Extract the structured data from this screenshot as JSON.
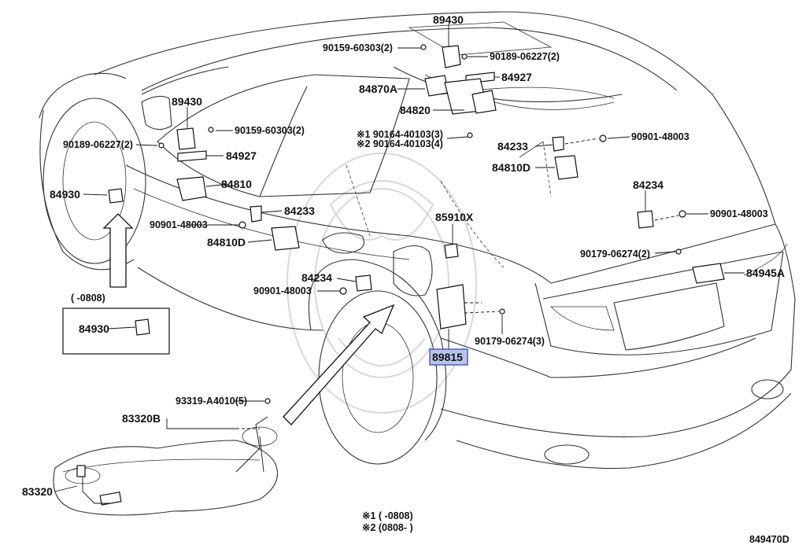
{
  "diagram": {
    "labels": {
      "p89430_top": "89430",
      "p90159_top": "90159-60303(2)",
      "p90189_top": "90189-06227(2)",
      "p84927_top": "84927",
      "p84870A": "84870A",
      "p84820": "84820",
      "p90164_1": "※1 90164-40103(3)",
      "p90164_2": "※2 90164-40103(4)",
      "p84233_r": "84233",
      "p90901_r1": "90901-48003",
      "p84810D_r": "84810D",
      "p84234_r": "84234",
      "p90901_r2": "90901-48003",
      "p90179_r": "90179-06274(2)",
      "p84945A": "84945A",
      "p89430_left": "89430",
      "p90159_left": "90159-60303(2)",
      "p90189_left": "90189-06227(2)",
      "p84927_left": "84927",
      "p84930": "84930",
      "p84810": "84810",
      "p90901_l": "90901-48003",
      "p84233_l": "84233",
      "p84810D_l": "84810D",
      "p85910X": "85910X",
      "p84234_c": "84234",
      "p90901_c": "90901-48003",
      "p89815": "89815",
      "p90179_c": "90179-06274(3)",
      "p93319": "93319-A4010(5)",
      "p83320B": "83320B",
      "p83320": "83320"
    },
    "inset": {
      "range": "(      -0808)",
      "part": "84930"
    },
    "footnotes": {
      "note1": "※1 (      -0808)",
      "note2": "※2 (0808-        )"
    },
    "figure_id": "849470D",
    "highlight_color": "#b9c4ee"
  }
}
